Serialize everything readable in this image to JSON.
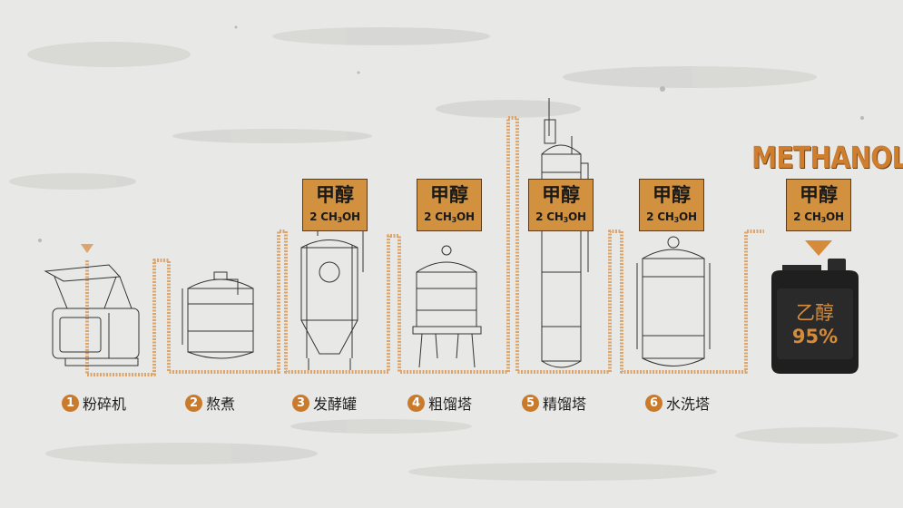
{
  "title": "METHANOL",
  "badge": {
    "line1": "甲醇",
    "formula_prefix": "2 CH",
    "formula_sub": "3",
    "formula_suffix": "OH"
  },
  "steps": [
    {
      "num": "1",
      "label": "粉碎机",
      "icon": "crusher-icon"
    },
    {
      "num": "2",
      "label": "熬煮",
      "icon": "cooking-tank-icon"
    },
    {
      "num": "3",
      "label": "发酵罐",
      "icon": "fermenter-icon"
    },
    {
      "num": "4",
      "label": "粗馏塔",
      "icon": "crude-still-icon"
    },
    {
      "num": "5",
      "label": "精馏塔",
      "icon": "rectifying-column-icon"
    },
    {
      "num": "6",
      "label": "水洗塔",
      "icon": "washing-tower-icon"
    }
  ],
  "product": {
    "name": "乙醇",
    "purity": "95%",
    "icon": "jerrycan-icon"
  },
  "colors": {
    "accent": "#d2913f",
    "pipe": "#dba56b",
    "step_number": "#c97a2b",
    "wall": "#e9e9e7",
    "jerrycan": "#1f1f1f"
  }
}
